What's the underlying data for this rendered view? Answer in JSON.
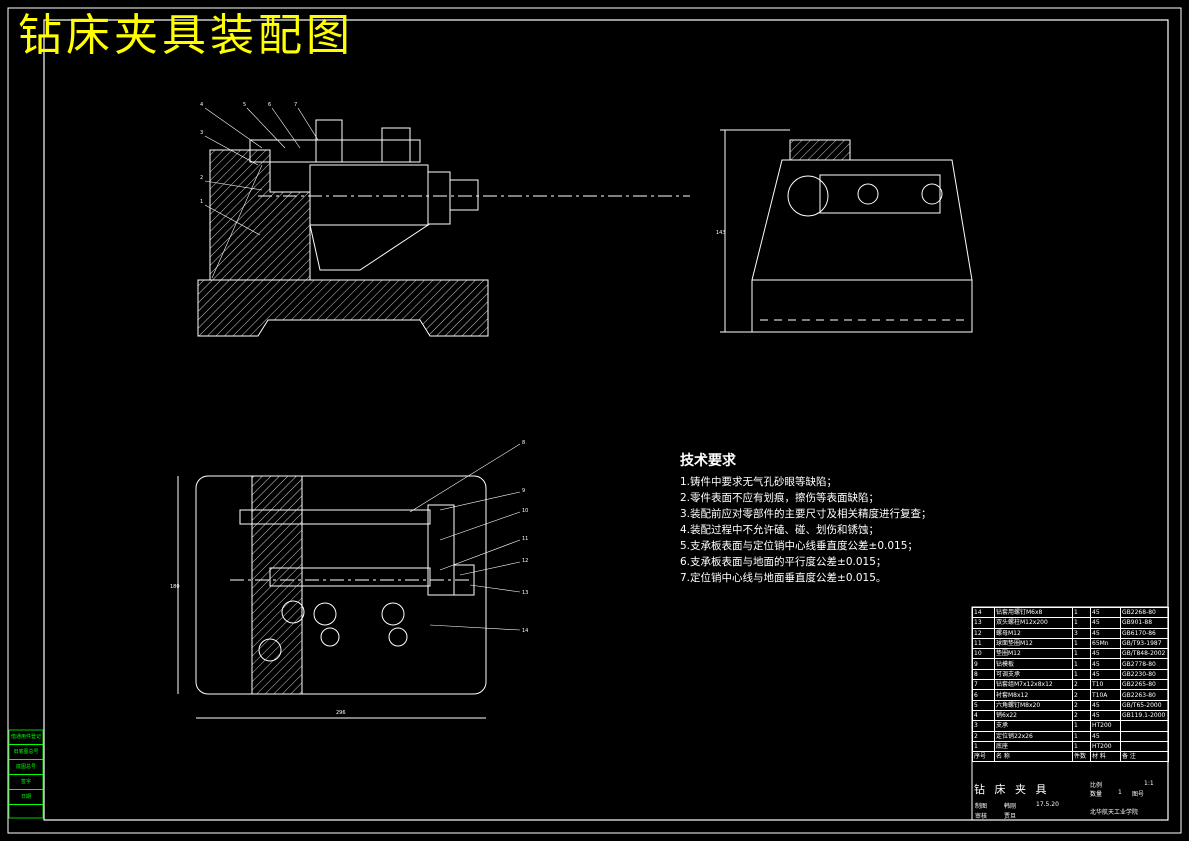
{
  "drawing": {
    "title": "钻床夹具装配图",
    "tech_requirements": {
      "heading": "技术要求",
      "items": [
        "1.铸件中要求无气孔砂眼等缺陷；",
        "2.零件表面不应有划痕，擦伤等表面缺陷；",
        "3.装配前应对零部件的主要尺寸及相关精度进行复查；",
        "4.装配过程中不允许磕、碰、划伤和锈蚀；",
        "5.支承板表面与定位销中心线垂直度公差±0.015；",
        "6.支承板表面与地面的平行度公差±0.015；",
        "7.定位销中心线与地面垂直度公差±0.015。"
      ]
    },
    "bom": {
      "rows": [
        [
          "14",
          "钻套用螺钉M6x8",
          "1",
          "45",
          "GB2268-80"
        ],
        [
          "13",
          "双头螺柱M12x200",
          "1",
          "45",
          "GB901-88"
        ],
        [
          "12",
          "螺母M12",
          "3",
          "45",
          "GB6170-86"
        ],
        [
          "11",
          "球面垫圈M12",
          "1",
          "65Mn",
          "GB/T93-1987"
        ],
        [
          "10",
          "垫圈M12",
          "1",
          "45",
          "GB/T848-2002"
        ],
        [
          "9",
          "钻模板",
          "1",
          "45",
          "GB2778-80"
        ],
        [
          "8",
          "可调支承",
          "1",
          "45",
          "GB2230-80"
        ],
        [
          "7",
          "钻套组M7x12x8x12",
          "2",
          "T10",
          "GB2265-80"
        ],
        [
          "6",
          "衬套M8x12",
          "2",
          "T10A",
          "GB2263-80"
        ],
        [
          "5",
          "六角螺钉M8x20",
          "2",
          "45",
          "GB/T65-2000"
        ],
        [
          "4",
          "销6x22",
          "2",
          "45",
          "GB119.1-2000"
        ],
        [
          "3",
          "支承",
          "1",
          "HT200",
          ""
        ],
        [
          "2",
          "定位销22x26",
          "1",
          "45",
          ""
        ],
        [
          "1",
          "底座",
          "1",
          "HT200",
          ""
        ]
      ],
      "header": [
        "序号",
        "名 称",
        "件数",
        "材 料",
        "备 注"
      ]
    },
    "title_block": {
      "part_name": "钻 床 夹 具",
      "scale_label": "比例",
      "scale_value": "1:1",
      "qty_label": "数量",
      "qty_value": "1",
      "drawing_no_label": "图号",
      "designer_label": "制图",
      "designer_name": "韩刚",
      "checker_label": "审核",
      "checker_name": "贾旦",
      "date": "17.5.20",
      "school": "北华航天工业学院"
    },
    "dimensions": {
      "front_width": "296",
      "plan_height": "180",
      "side_height": "143"
    },
    "leader_numbers_front": [
      "4",
      "5",
      "6",
      "7",
      "3",
      "2",
      "1"
    ],
    "leader_numbers_plan": [
      "8",
      "9",
      "10",
      "11",
      "12",
      "13",
      "14"
    ],
    "sidebox": [
      "借通用件登记",
      "旧底图总号",
      "底图总号",
      "签字",
      "日期"
    ],
    "colors": {
      "title": "#ffff00",
      "line": "#ffffff",
      "hatch": "#ffffff",
      "border": "#ffffff",
      "accent": "#00ff00"
    }
  }
}
